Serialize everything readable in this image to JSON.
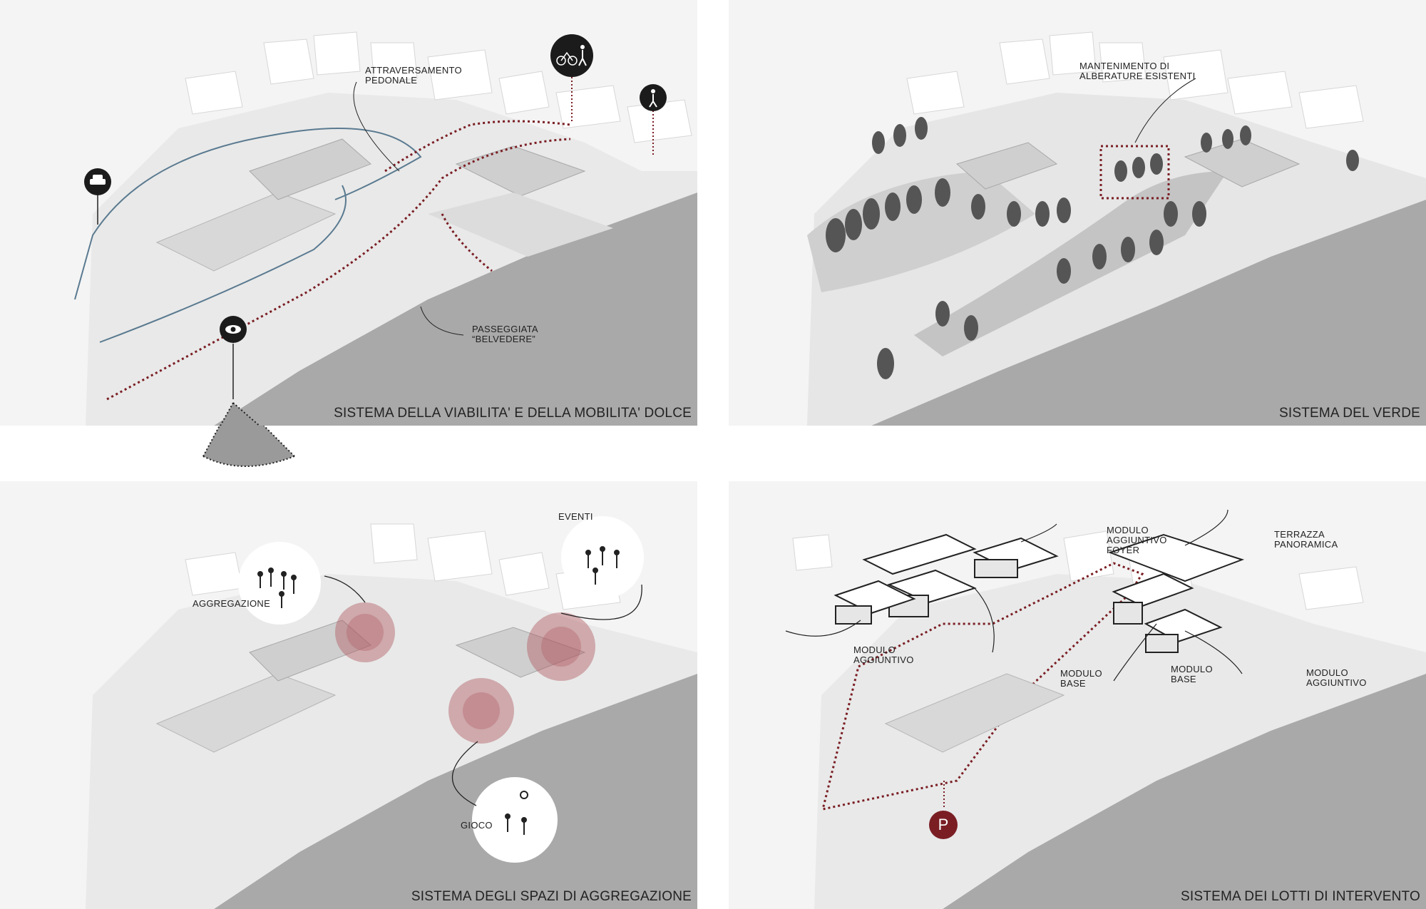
{
  "panels": {
    "mobility": {
      "caption": "SISTEMA DELLA VIABILITA' E DELLA MOBILITA' DOLCE",
      "labels": {
        "crossing": "ATTRAVERSAMENTO\nPEDONALE",
        "promenade": "PASSEGGIATA\n“BELVEDERE”"
      },
      "icons": [
        "car-icon",
        "bicycle-icon",
        "pedestrian-icon",
        "eye-icon"
      ]
    },
    "green": {
      "caption": "SISTEMA DEL VERDE",
      "labels": {
        "trees": "MANTENIMENTO DI\nALBERATURE ESISTENTI"
      }
    },
    "gathering": {
      "caption": "SISTEMA DEGLI SPAZI DI AGGREGAZIONE",
      "labels": {
        "aggregation": "AGGREGAZIONE",
        "events": "EVENTI",
        "play": "GIOCO"
      }
    },
    "lots": {
      "caption": "SISTEMA DEI LOTTI DI INTERVENTO",
      "labels": {
        "foyer": "MODULO\nAGGIUNTIVO\nFOYER",
        "terrace": "TERRAZZA\nPANORAMICA",
        "add_left": "MODULO\nAGGIUNTIVO",
        "base_left": "MODULO\nBASE",
        "base_right": "MODULO\nBASE",
        "add_right": "MODULO\nAGGIUNTIVO",
        "parking": "P"
      }
    }
  },
  "colors": {
    "sea": "#a9a9a9",
    "land": "#f1f1f1",
    "building": "#e4e4e4",
    "accent": "#7a1e24",
    "road": "#5a7a90",
    "icon_bg": "#1b1b1b"
  }
}
